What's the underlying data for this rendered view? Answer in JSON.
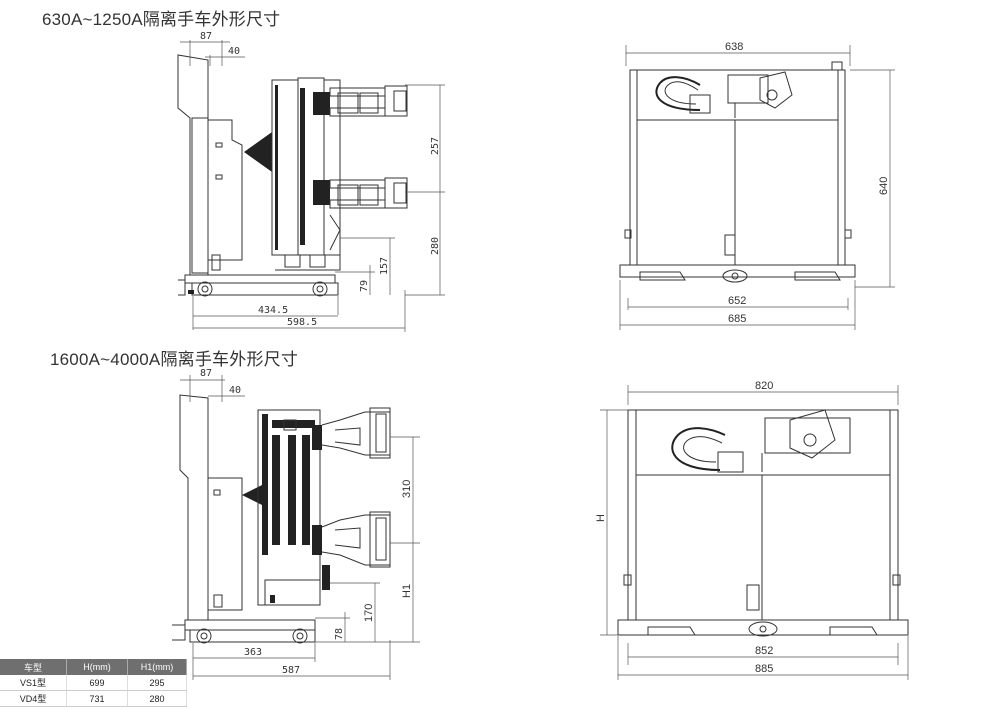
{
  "titles": {
    "top": "630A~1250A隔离手车外形尺寸",
    "bottom": "1600A~4000A隔离手车外形尺寸"
  },
  "top_side_dims": {
    "d87": "87",
    "d40": "40",
    "d257": "257",
    "d280": "280",
    "d157": "157",
    "d79": "79",
    "d434": "434.5",
    "d598": "598.5"
  },
  "top_front_dims": {
    "d638": "638",
    "d640": "640",
    "d652": "652",
    "d685": "685"
  },
  "bottom_side_dims": {
    "d87": "87",
    "d40": "40",
    "d310": "310",
    "dH1": "H1",
    "d170": "170",
    "d78": "78",
    "d363": "363",
    "d587": "587"
  },
  "bottom_front_dims": {
    "d820": "820",
    "dH": "H",
    "d852": "852",
    "d885": "885"
  },
  "spec_table": {
    "headers": [
      "车型",
      "H(mm)",
      "H1(mm)"
    ],
    "rows": [
      [
        "VS1型",
        "699",
        "295"
      ],
      [
        "VD4型",
        "731",
        "280"
      ]
    ]
  }
}
